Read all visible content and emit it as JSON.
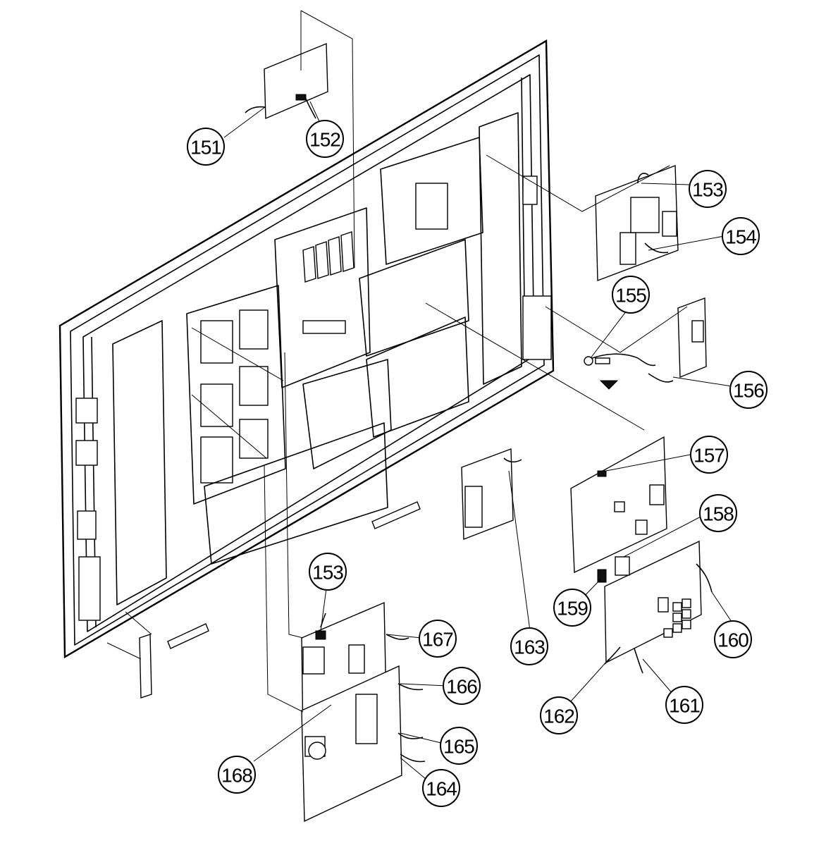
{
  "callouts": [
    {
      "id": "151",
      "label": "151"
    },
    {
      "id": "152",
      "label": "152"
    },
    {
      "id": "153a",
      "label": "153"
    },
    {
      "id": "154",
      "label": "154"
    },
    {
      "id": "155",
      "label": "155"
    },
    {
      "id": "156",
      "label": "156"
    },
    {
      "id": "157",
      "label": "157"
    },
    {
      "id": "158",
      "label": "158"
    },
    {
      "id": "159",
      "label": "159"
    },
    {
      "id": "160",
      "label": "160"
    },
    {
      "id": "161",
      "label": "161"
    },
    {
      "id": "162",
      "label": "162"
    },
    {
      "id": "163",
      "label": "163"
    },
    {
      "id": "153b",
      "label": "153"
    },
    {
      "id": "164",
      "label": "164"
    },
    {
      "id": "165",
      "label": "165"
    },
    {
      "id": "166",
      "label": "166"
    },
    {
      "id": "167",
      "label": "167"
    },
    {
      "id": "168",
      "label": "168"
    }
  ],
  "colors": {
    "line": "#000000",
    "background": "#ffffff"
  }
}
